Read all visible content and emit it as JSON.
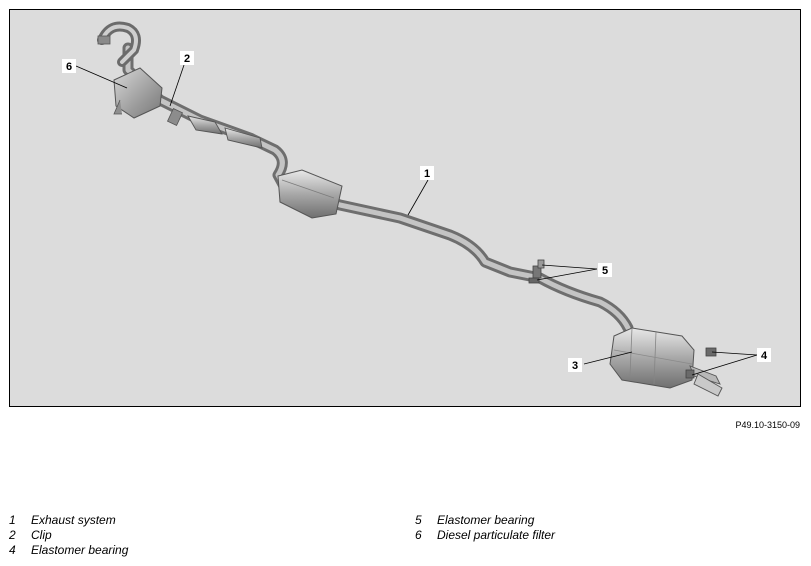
{
  "figure": {
    "reference_code": "P49.10-3150-09",
    "callouts": [
      "1",
      "2",
      "3",
      "4",
      "5",
      "6"
    ]
  },
  "legend": {
    "left": [
      {
        "num": "1",
        "text": "Exhaust system"
      },
      {
        "num": "2",
        "text": "Clip"
      },
      {
        "num": "4",
        "text": "Elastomer bearing"
      }
    ],
    "right": [
      {
        "num": "5",
        "text": "Elastomer bearing"
      },
      {
        "num": "6",
        "text": "Diesel particulate filter"
      }
    ]
  },
  "colors": {
    "background": "#dcdcdc",
    "pipe": "#9a9a9a",
    "frame": "#000000"
  }
}
